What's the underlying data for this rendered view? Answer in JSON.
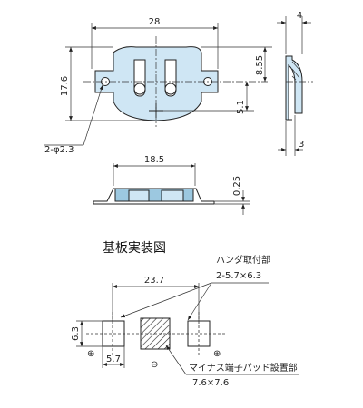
{
  "top_view": {
    "dim_width": "28",
    "dim_height": "17.6",
    "dim_upper": "8.55",
    "dim_lower": "5.1",
    "dim_hole": "2-φ2.3"
  },
  "side_view": {
    "dim_thickness": "4",
    "dim_foot": "3"
  },
  "front_view": {
    "dim_width": "18.5",
    "dim_gap": "0.25"
  },
  "footprint": {
    "title": "基板実装図",
    "pad_label": "ハンダ取付部",
    "pad_size": "2-5.7×6.3",
    "dim_span": "23.7",
    "dim_pad_h": "6.3",
    "dim_pad_w": "5.7",
    "neg_label": "マイナス端子パッド設置部",
    "neg_size": "7.6×7.6",
    "plus_left": "⊕",
    "plus_right": "⊕",
    "minus": "⊖"
  },
  "colors": {
    "part_fill": "#cfe6f4"
  }
}
